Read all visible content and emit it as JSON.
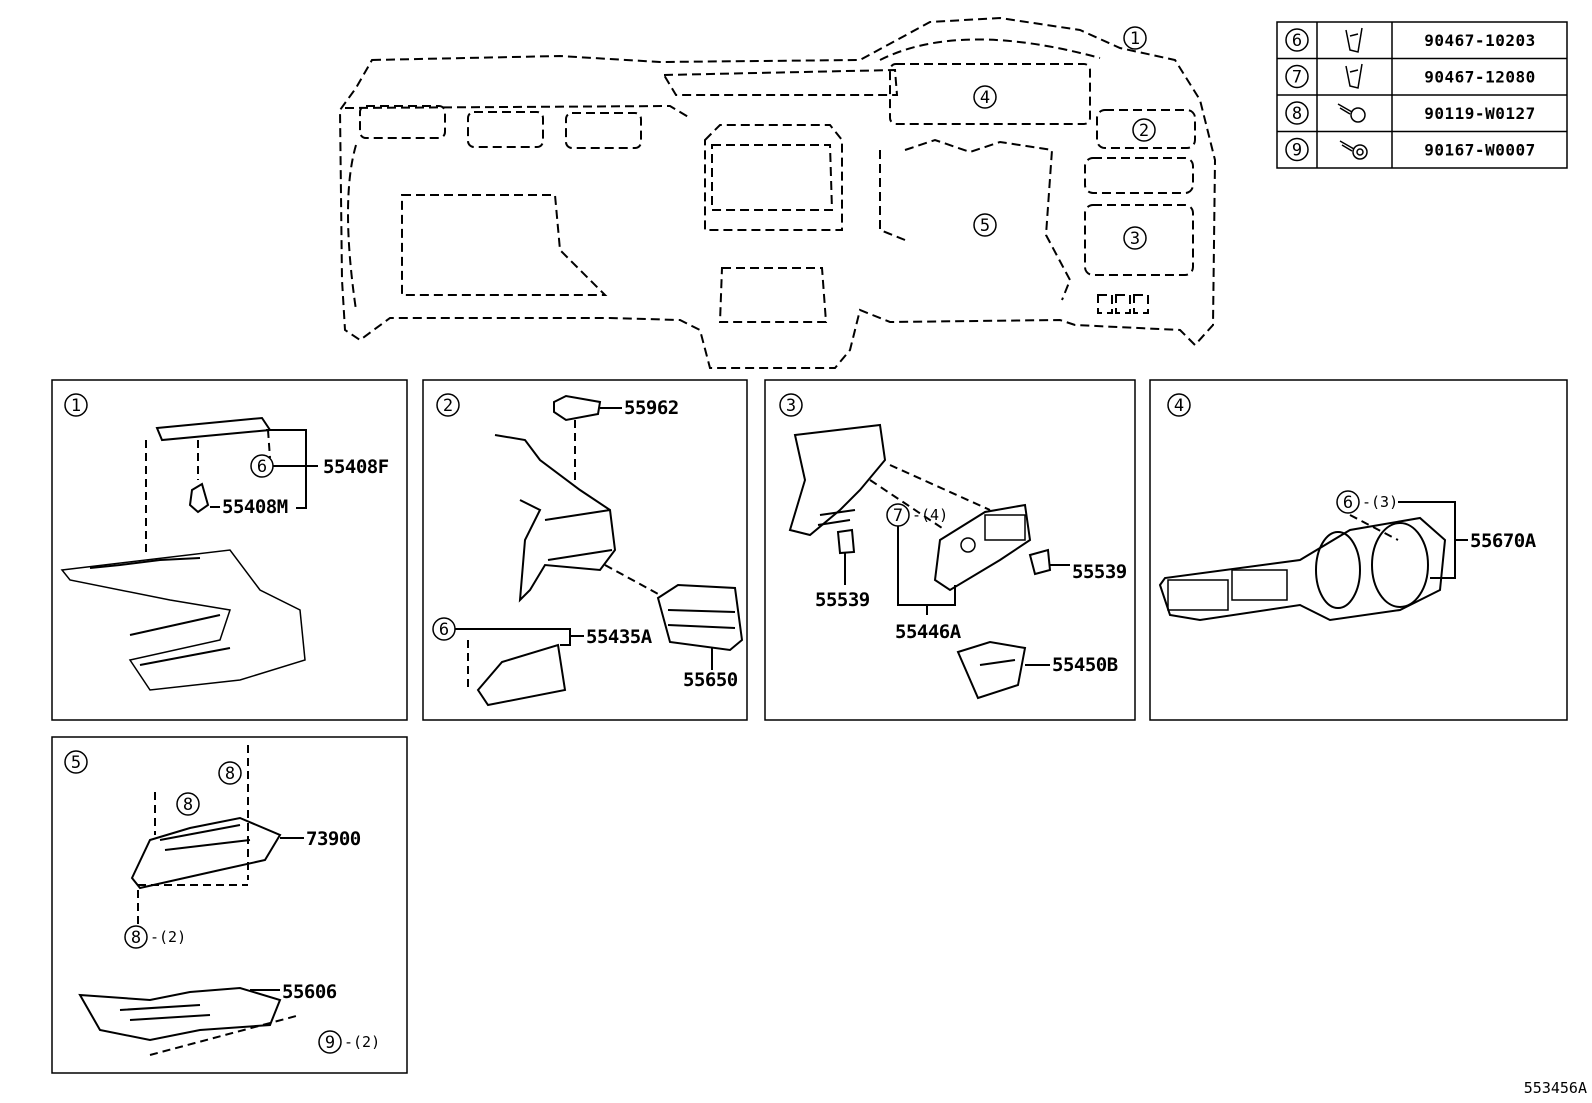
{
  "overview": {
    "callouts": [
      {
        "num": "1"
      },
      {
        "num": "2"
      },
      {
        "num": "3"
      },
      {
        "num": "4"
      },
      {
        "num": "5"
      }
    ]
  },
  "fastener_table": {
    "rows": [
      {
        "ref": "6",
        "part": "90467-10203"
      },
      {
        "ref": "7",
        "part": "90467-12080"
      },
      {
        "ref": "8",
        "part": "90119-W0127"
      },
      {
        "ref": "9",
        "part": "90167-W0007"
      }
    ]
  },
  "panels": {
    "p1": {
      "num": "1",
      "labels": {
        "a": "55408F",
        "b": "55408M"
      },
      "refs": {
        "a": "6"
      }
    },
    "p2": {
      "num": "2",
      "labels": {
        "a": "55962",
        "b": "55435A",
        "c": "55650"
      },
      "refs": {
        "a": "6"
      }
    },
    "p3": {
      "num": "3",
      "labels": {
        "a": "55539",
        "b": "55539",
        "c": "55446A",
        "d": "55450B"
      },
      "refs": {
        "a": "7"
      },
      "qty": {
        "a": "-(4)"
      }
    },
    "p4": {
      "num": "4",
      "labels": {
        "a": "55670A"
      },
      "refs": {
        "a": "6"
      },
      "qty": {
        "a": "-(3)"
      }
    },
    "p5": {
      "num": "5",
      "labels": {
        "a": "73900",
        "b": "55606"
      },
      "refs": {
        "a": "8",
        "b": "8",
        "c": "8",
        "d": "9"
      },
      "qty": {
        "a": "-(2)",
        "b": "-(2)"
      }
    }
  },
  "diagram_code": "553456A"
}
